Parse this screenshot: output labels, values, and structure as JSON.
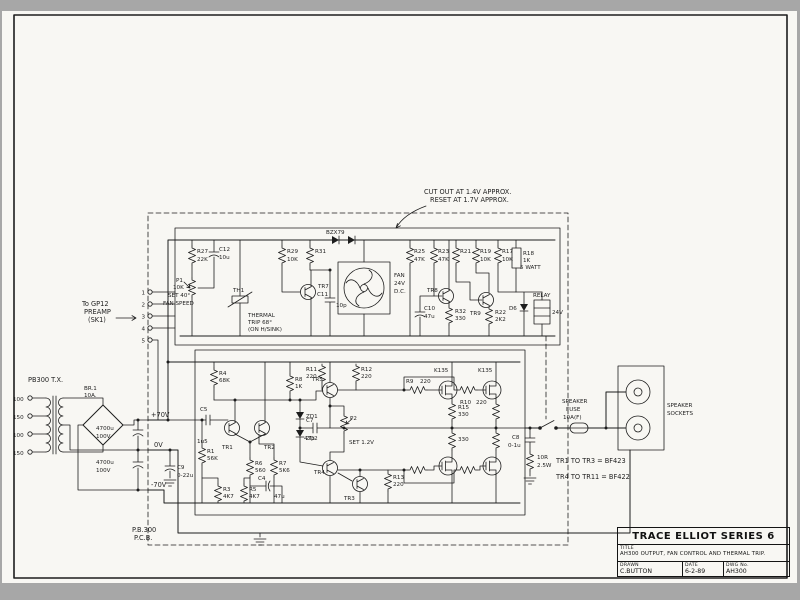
{
  "titleblock": {
    "series": "TRACE ELLIOT SERIES 6",
    "title_label": "TITLE",
    "title": "AH300 OUTPUT, FAN CONTROL AND THERMAL TRIP.",
    "drawn_label": "DRAWN",
    "drawn": "C.BUTTON",
    "date_label": "DATE",
    "date": "6-2-89",
    "dwg_label": "DWG No.",
    "dwg": "AH300"
  },
  "connector": {
    "note1": "To GP12",
    "note2": "PREAMP",
    "note3": "(SK1)",
    "pins": [
      "1",
      "2",
      "3",
      "4",
      "5"
    ]
  },
  "annotations": {
    "cut1": "CUT OUT AT 1.4V APPROX.",
    "cut2": "RESET AT 1.7V APPROX.",
    "pcb1": "P.B.300",
    "pcb2": "P.C.B.",
    "tr_note1": "TR1 TO TR3 = BF423",
    "tr_note2": "TR4 TO TR11 = BF422"
  },
  "power": {
    "tx": "PB300 T.X.",
    "taps": [
      "100",
      "150",
      "100",
      "150"
    ],
    "br1a": "BR.1",
    "br1b": "10A.",
    "c1a": "4700u",
    "c1b": "100V",
    "c2a": "4700u",
    "c2b": "100V",
    "railp": "+70V",
    "rail0": "0V",
    "railn": "-70V",
    "c9a": "C9",
    "c9b": "0-22u"
  },
  "fancontrol": {
    "r27a": "R27",
    "r27b": "22K",
    "p1a": "P1",
    "p1b": "10K",
    "p1c": "SET 40°",
    "p1d": "FAN SPEED",
    "c12a": "C12",
    "c12b": "10u",
    "th1a": "TH1",
    "th1b": "THERMAL",
    "th1c": "TRIP 68°",
    "th1d": "(ON H/SINK)",
    "r29a": "R29",
    "r29b": "10K",
    "r31": "R31",
    "tr7": "TR7",
    "d7": "BZX79",
    "c11a": "C11",
    "c11b": "10p",
    "fan1": "FAN",
    "fan2": "24V",
    "fan3": "D.C.",
    "r25a": "R25",
    "r25b": "47K",
    "r23a": "R23",
    "r23b": "47K",
    "r21": "R21",
    "r19a": "R19",
    "r19b": "10K",
    "r17a": "R17",
    "r17b": "10K",
    "tr8": "TR8",
    "tr9": "TR9",
    "r18a": "R18",
    "r18b": "1K",
    "r18c": "5 WATT",
    "d6": "D6",
    "rly1": "RELAY",
    "rly2": "24V",
    "c10a": "C10",
    "c10b": "47u",
    "r32a": "R32",
    "r32b": "330",
    "r22a": "R22",
    "r22b": "2K2"
  },
  "amp": {
    "c5a": "C5",
    "c5b": "1u5",
    "r4a": "R4",
    "r4b": "68K",
    "r1a": "R1",
    "r1b": "56K",
    "tr1": "TR1",
    "tr2": "TR2",
    "tr3": "TR3",
    "tr4": "TR4",
    "tr5": "TR5",
    "r6a": "R6",
    "r6b": "560",
    "r7a": "R7",
    "r7b": "5K6",
    "r3a": "R3",
    "r3b": "4K7",
    "r5a": "R5",
    "r5b": "4K7",
    "c4a": "C4",
    "c4b": "47u",
    "zd1": "ZD1",
    "zd2": "ZD2",
    "r8a": "R8",
    "r8b": "1K",
    "c7a": "C7",
    "c7b": "47p",
    "p2a": "P2",
    "p2b": "SET 1.2V",
    "r11a": "R11",
    "r11b": "220",
    "r12a": "R12",
    "r12b": "220",
    "r9a": "R9",
    "r9b": "220",
    "r10a": "R10",
    "r10b": "220",
    "k1": "K135",
    "k2": "K135",
    "r15a": "R15",
    "r15b": "330",
    "r15c": "330",
    "r13a": "R13",
    "r13b": "220",
    "c8a": "C8",
    "c8b": "0-1u",
    "r16a": "10R",
    "r16b": "2.5W"
  },
  "output": {
    "fuse1": "SPEAKER",
    "fuse2": "FUSE",
    "fuse3": "10A(F)",
    "spk1": "SPEAKER",
    "spk2": "SOCKETS"
  }
}
